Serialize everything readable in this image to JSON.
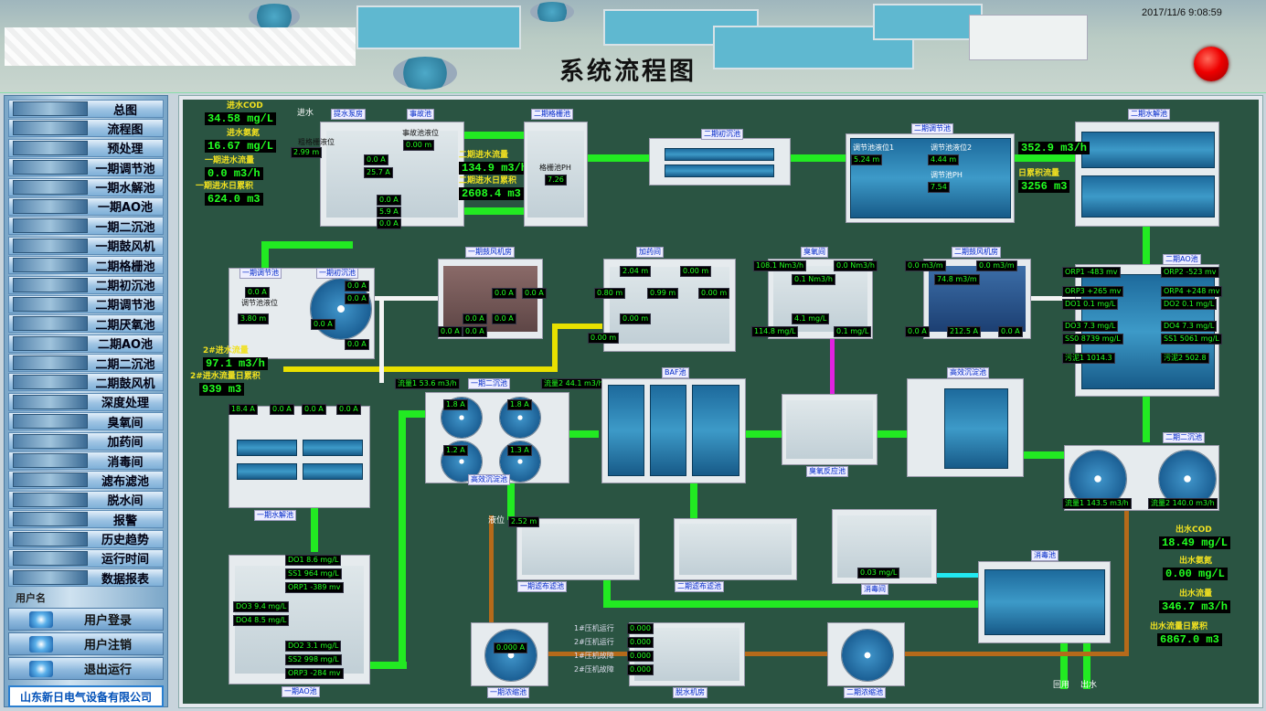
{
  "header": {
    "title": "系统流程图",
    "datetime": "2017/11/6 9:08:59",
    "alarm_color": "#e00000"
  },
  "sidebar": {
    "items": [
      "总图",
      "流程图",
      "预处理",
      "一期调节池",
      "一期水解池",
      "一期AO池",
      "一期二沉池",
      "一期鼓风机",
      "二期格栅池",
      "二期初沉池",
      "二期调节池",
      "二期厌氧池",
      "二期AO池",
      "二期二沉池",
      "二期鼓风机",
      "深度处理",
      "臭氧间",
      "加药间",
      "消毒间",
      "滤布滤池",
      "脱水间",
      "报警",
      "历史趋势",
      "运行时间",
      "数据报表"
    ],
    "user_label": "用户名",
    "user_buttons": [
      "用户登录",
      "用户注销",
      "退出运行"
    ],
    "company": "山东新日电气设备有限公司"
  },
  "colors": {
    "pipe": "#22ea22",
    "panel": "#2a5442",
    "reading": "#22ff22",
    "label": "#f0e020"
  },
  "influent": {
    "cod_label": "进水COD",
    "cod": "34.58 mg/L",
    "nh_label": "进水氨氮",
    "nh": "16.67 mg/L",
    "flow1_label": "一期进水流量",
    "flow1": "0.0 m3/h",
    "cum1_label": "一期进水日累积",
    "cum1": "624.0 m3",
    "inlet": "进水"
  },
  "pretreat": {
    "cap_pump": "提水泵房",
    "cap_acc": "事故池",
    "cap_grid2": "二期格栅池",
    "level_lbl": "粗格栅液位",
    "level": "2.99 m",
    "acc_level_lbl": "事故池液位",
    "acc_level": "0.00 m",
    "r1": "0.0 A",
    "r2": "25.7 A",
    "r3": "0.0 A",
    "r4": "5.9 A",
    "r5": "0.0 A",
    "flow2_label": "二期进水流量",
    "flow2": "134.9 m3/h",
    "cum2_label": "二期进水日累积",
    "cum2": "2608.4 m3",
    "ph_lbl": "格栅池PH",
    "ph": "7.26"
  },
  "second": {
    "cap_init": "二期初沉池",
    "cap_adj": "二期调节池",
    "adj1_lbl": "调节池液位1",
    "adj1": "5.24 m",
    "adj2_lbl": "调节池液位2",
    "adj2": "4.44 m",
    "ph_lbl": "调节池PH",
    "ph": "7.54",
    "cap_hyd": "二期水解池",
    "flow": "352.9 m3/h",
    "cum_lbl": "日累积流量",
    "cum": "3256 m3"
  },
  "first": {
    "cap_adj": "一期调节池",
    "cap_init": "一期初沉池",
    "level_lbl": "调节池液位",
    "level": "3.80 m",
    "a1": "0.0 A",
    "a2": "0.0 A",
    "a3": "0.0 A",
    "a4": "0.0 A",
    "a5": "0.0 A",
    "flow_lbl": "2#进水流量",
    "flow": "97.1 m3/h",
    "cum_lbl": "2#进水流量日累积",
    "cum": "939 m3",
    "cap_hyd": "一期水解池",
    "h1": "18.4 A",
    "h2": "0.0 A",
    "h3": "0.0 A",
    "h4": "0.0 A",
    "cap_ao": "一期AO池",
    "do1": "DO1 8.6 mg/L",
    "ss1": "SS1 964 mg/L",
    "orp1": "ORP1 -389 mv",
    "do3": "DO3 9.4 mg/L",
    "do4": "DO4 8.5 mg/L",
    "do2": "DO2 3.1 mg/L",
    "ss2": "SS2 998 mg/L",
    "orp3": "ORP3 -284 mv"
  },
  "blower1": {
    "cap": "一期鼓风机房",
    "r1": "0.0 A",
    "r2": "0.0 A",
    "r3": "0.0 A",
    "r4": "0.0 A",
    "r5": "0.0 A",
    "r6": "0.0 A"
  },
  "dosing": {
    "cap": "加药间",
    "r1": "2.04 m",
    "r2": "0.00 m",
    "r3": "0.80 m",
    "r4": "0.99 m",
    "r5": "0.00 m",
    "r6": "0.00 m",
    "r7": "0.00 m"
  },
  "ozone": {
    "cap": "臭氧间",
    "r1": "108.1 Nm3/h",
    "r2": "0.0 Nm3/h",
    "r3": "0.1 Nm3/h",
    "r4": "4.1 mg/L",
    "r5": "114.8 mg/L",
    "r6": "0.1 mg/L"
  },
  "blower2": {
    "cap": "二期鼓风机房",
    "r1": "0.0 m3/m",
    "r2": "0.0 m3/m",
    "r3": "74.8 m3/m",
    "r4": "0.0 A",
    "r5": "212.5 A",
    "r6": "0.0 A"
  },
  "ao2": {
    "cap": "二期AO池",
    "orp1": "ORP1 -483 mv",
    "orp2": "ORP2 -523 mv",
    "orp3": "ORP3 +265 mv",
    "orp4": "ORP4 +248 mv",
    "do1": "DO1 0.1 mg/L",
    "do2": "DO2 0.1 mg/L",
    "do3": "DO3 7.3 mg/L",
    "do4": "DO4 7.3 mg/L",
    "ss0": "SS0 8739 mg/L",
    "ss1": "SS1 5061 mg/L",
    "sl1": "污泥1 1014.3",
    "sl2": "污泥2 502.8"
  },
  "settle1": {
    "cap": "一期二沉池",
    "cap_high": "高效沉淀池",
    "flow1": "流量1 53.6 m3/h",
    "flow2": "流量2 44.1 m3/h",
    "a1": "1.8 A",
    "a2": "1.8 A",
    "a3": "1.2 A",
    "a4": "1.3 A"
  },
  "baf": {
    "cap": "BAF池"
  },
  "ozonerx": {
    "cap": "臭氧反应池"
  },
  "deep": {
    "cap": "高效沉淀池"
  },
  "settle2": {
    "cap": "二期二沉池",
    "flow1": "流量1 143.5 m3/h",
    "flow2": "流量2 140.0 m3/h"
  },
  "effluent": {
    "cod_lbl": "出水COD",
    "cod": "18.49 mg/L",
    "nh_lbl": "出水氨氮",
    "nh": "0.00 mg/L",
    "flow_lbl": "出水流量",
    "flow": "346.7 m3/h",
    "cum_lbl": "出水流量日累积",
    "cum": "6867.0 m3",
    "reuse": "回用",
    "out": "出水"
  },
  "filters": {
    "cap1": "一期滤布滤池",
    "cap2": "二期滤布滤池",
    "lvl_lbl": "液位",
    "lvl": "2.52 m"
  },
  "disinf": {
    "cap": "消毒间",
    "r1": "0.03 mg/L",
    "cap_tank": "消毒池"
  },
  "sludge": {
    "cap1": "一期浓缩池",
    "cap2": "二期浓缩池",
    "cap3": "脱水机房",
    "r1": "0.000 A",
    "l1": "1#压机运行",
    "l2": "2#压机运行",
    "l3": "1#压机故障",
    "l4": "2#压机故障",
    "v1": "0.000",
    "v2": "0.000",
    "v3": "0.000",
    "v4": "0.000"
  }
}
